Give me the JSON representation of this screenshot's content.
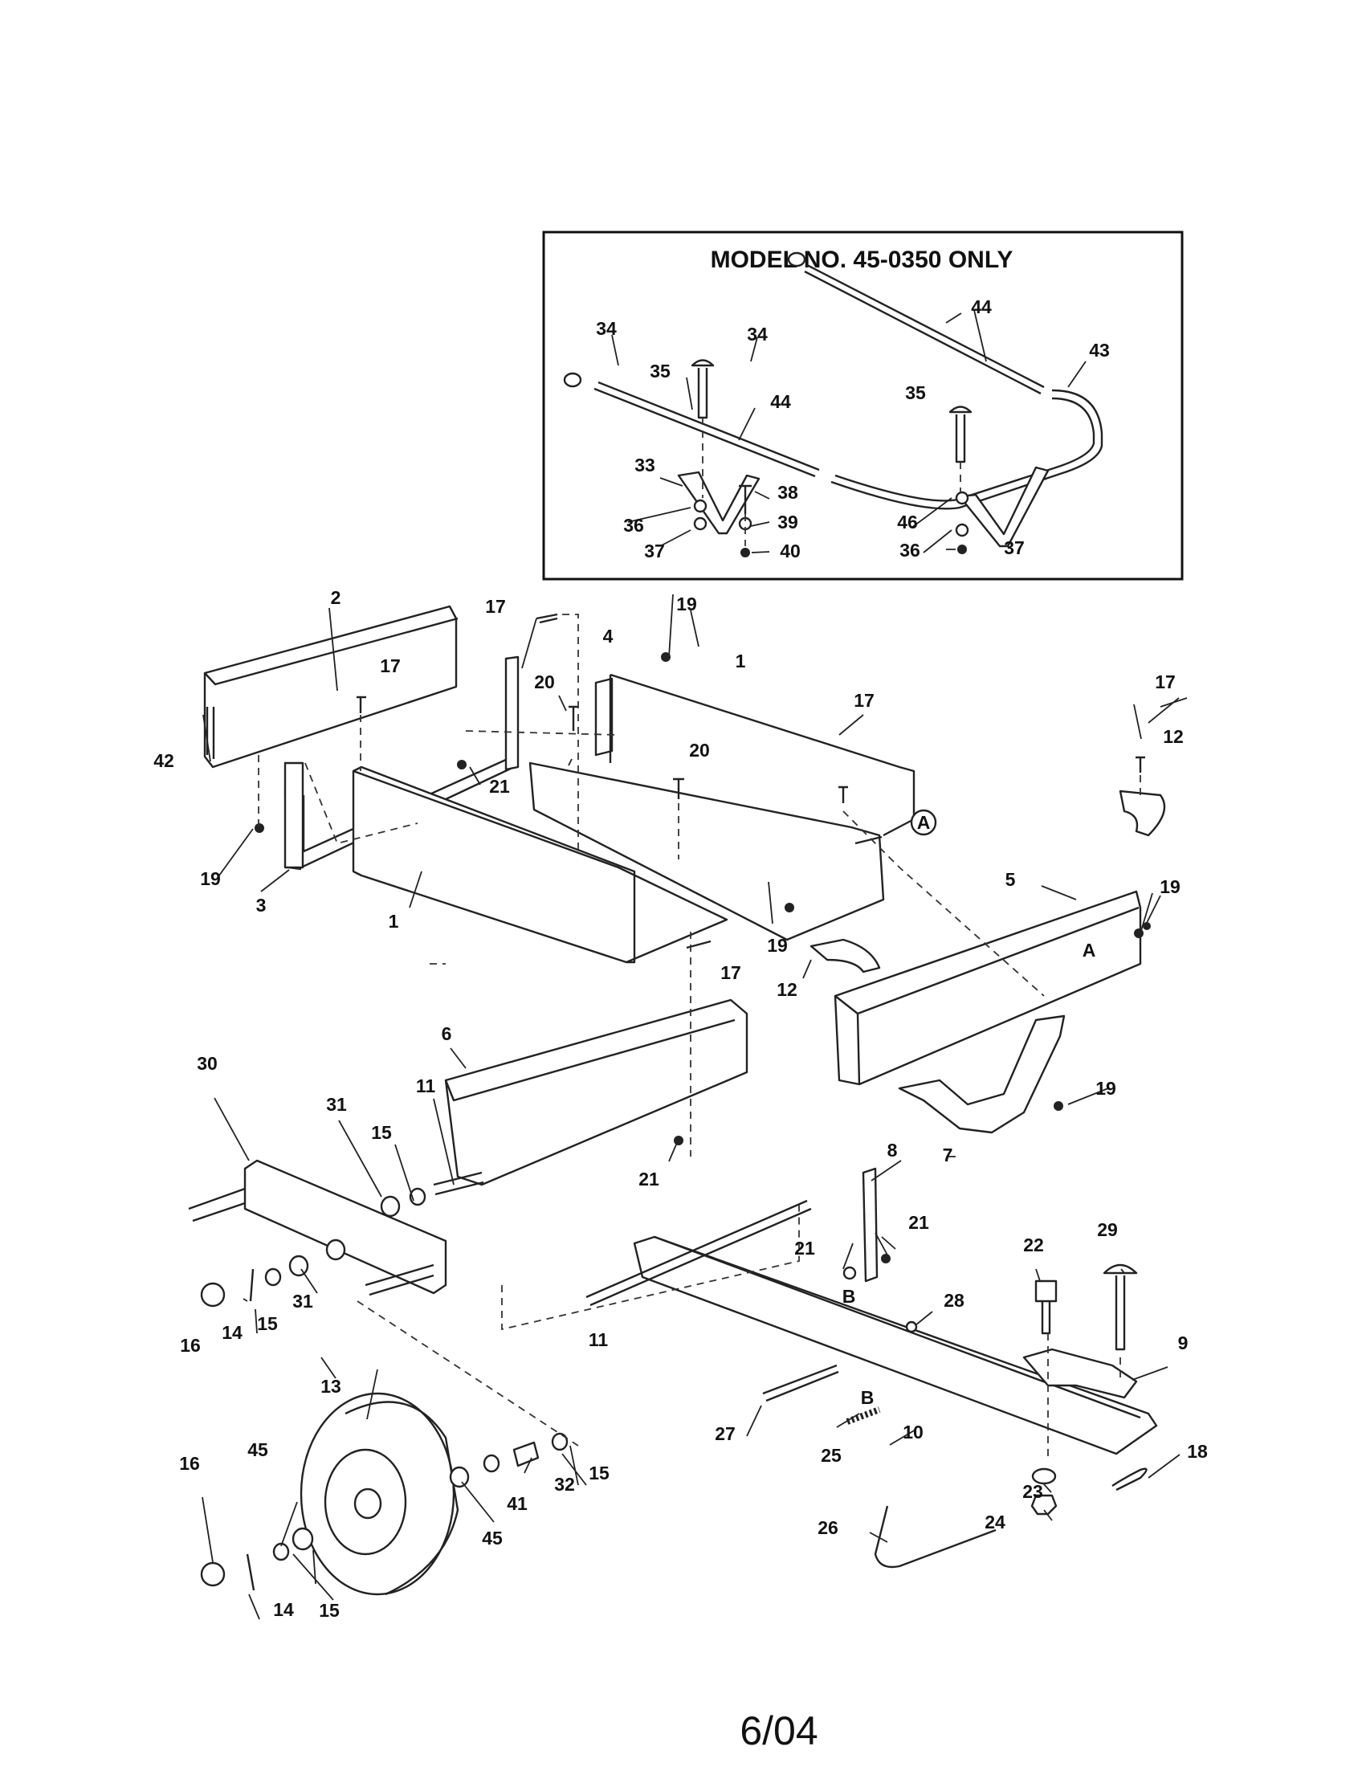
{
  "inset": {
    "title": "MODEL NO. 45-0350 ONLY"
  },
  "footer": {
    "date": "6/04"
  },
  "callout_letters": [
    "A",
    "B"
  ],
  "parts": [
    {
      "id": "p34a",
      "label": "34"
    },
    {
      "id": "p34b",
      "label": "34"
    },
    {
      "id": "p44a",
      "label": "44"
    },
    {
      "id": "p43",
      "label": "43"
    },
    {
      "id": "p35a",
      "label": "35"
    },
    {
      "id": "p44b",
      "label": "44"
    },
    {
      "id": "p35b",
      "label": "35"
    },
    {
      "id": "p33",
      "label": "33"
    },
    {
      "id": "p38",
      "label": "38"
    },
    {
      "id": "p36a",
      "label": "36"
    },
    {
      "id": "p39",
      "label": "39"
    },
    {
      "id": "p37a",
      "label": "37"
    },
    {
      "id": "p40",
      "label": "40"
    },
    {
      "id": "p46",
      "label": "46"
    },
    {
      "id": "p36b",
      "label": "36"
    },
    {
      "id": "p37b",
      "label": "37"
    },
    {
      "id": "p2",
      "label": "2"
    },
    {
      "id": "p17a",
      "label": "17"
    },
    {
      "id": "p19a",
      "label": "19"
    },
    {
      "id": "p4",
      "label": "4"
    },
    {
      "id": "p1a",
      "label": "1"
    },
    {
      "id": "p17b",
      "label": "17"
    },
    {
      "id": "p20a",
      "label": "20"
    },
    {
      "id": "p17c",
      "label": "17"
    },
    {
      "id": "p17d",
      "label": "17"
    },
    {
      "id": "p12a",
      "label": "12"
    },
    {
      "id": "p42",
      "label": "42"
    },
    {
      "id": "p20b",
      "label": "20"
    },
    {
      "id": "p21a",
      "label": "21"
    },
    {
      "id": "p19b",
      "label": "19"
    },
    {
      "id": "p3",
      "label": "3"
    },
    {
      "id": "p1b",
      "label": "1"
    },
    {
      "id": "p5",
      "label": "5"
    },
    {
      "id": "p19c",
      "label": "19"
    },
    {
      "id": "p19d",
      "label": "19"
    },
    {
      "id": "p17e",
      "label": "17"
    },
    {
      "id": "p12b",
      "label": "12"
    },
    {
      "id": "p6",
      "label": "6"
    },
    {
      "id": "p30",
      "label": "30"
    },
    {
      "id": "p19e",
      "label": "19"
    },
    {
      "id": "p11a",
      "label": "11"
    },
    {
      "id": "p31a",
      "label": "31"
    },
    {
      "id": "p15a",
      "label": "15"
    },
    {
      "id": "p7",
      "label": "7"
    },
    {
      "id": "p8",
      "label": "8"
    },
    {
      "id": "p21b",
      "label": "21"
    },
    {
      "id": "p21c",
      "label": "21"
    },
    {
      "id": "p21d",
      "label": "21"
    },
    {
      "id": "p22",
      "label": "22"
    },
    {
      "id": "p29",
      "label": "29"
    },
    {
      "id": "p28",
      "label": "28"
    },
    {
      "id": "p16a",
      "label": "16"
    },
    {
      "id": "p14a",
      "label": "14"
    },
    {
      "id": "p15b",
      "label": "15"
    },
    {
      "id": "p31b",
      "label": "31"
    },
    {
      "id": "p11b",
      "label": "11"
    },
    {
      "id": "p9",
      "label": "9"
    },
    {
      "id": "p13",
      "label": "13"
    },
    {
      "id": "p27",
      "label": "27"
    },
    {
      "id": "p10",
      "label": "10"
    },
    {
      "id": "p25",
      "label": "25"
    },
    {
      "id": "p18",
      "label": "18"
    },
    {
      "id": "p45a",
      "label": "45"
    },
    {
      "id": "p32",
      "label": "32"
    },
    {
      "id": "p15c",
      "label": "15"
    },
    {
      "id": "p41",
      "label": "41"
    },
    {
      "id": "p23",
      "label": "23"
    },
    {
      "id": "p16b",
      "label": "16"
    },
    {
      "id": "p26",
      "label": "26"
    },
    {
      "id": "p24",
      "label": "24"
    },
    {
      "id": "p45b",
      "label": "45"
    },
    {
      "id": "p14b",
      "label": "14"
    },
    {
      "id": "p15d",
      "label": "15"
    }
  ]
}
